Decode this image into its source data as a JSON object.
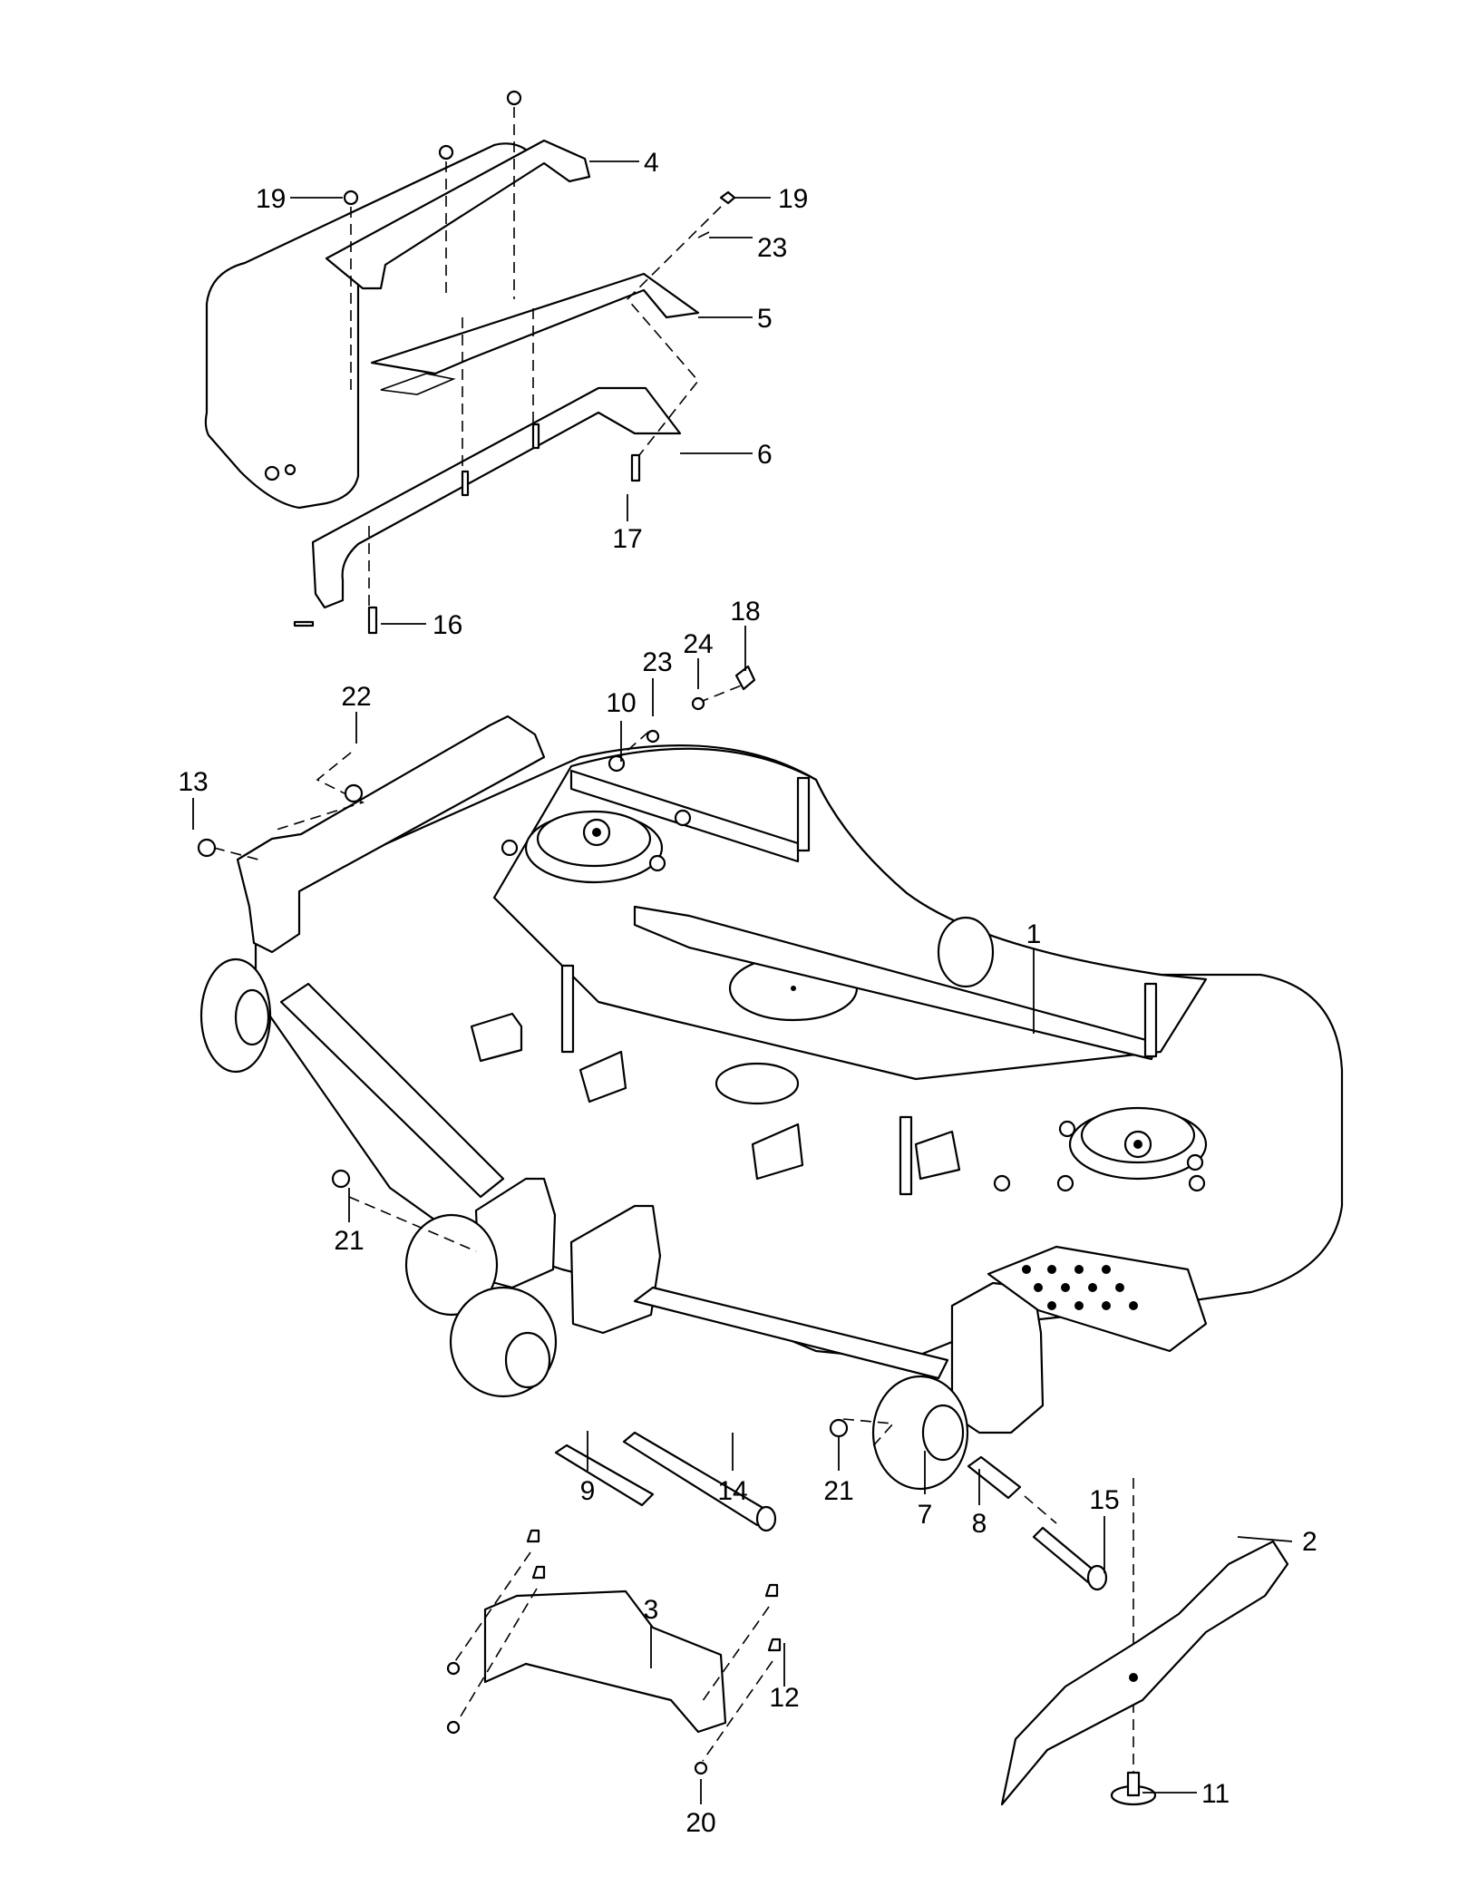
{
  "callouts": [
    {
      "id": "c1",
      "text": "1"
    },
    {
      "id": "c2",
      "text": "2"
    },
    {
      "id": "c3",
      "text": "3"
    },
    {
      "id": "c4",
      "text": "4"
    },
    {
      "id": "c5",
      "text": "5"
    },
    {
      "id": "c6",
      "text": "6"
    },
    {
      "id": "c7",
      "text": "7"
    },
    {
      "id": "c8",
      "text": "8"
    },
    {
      "id": "c9",
      "text": "9"
    },
    {
      "id": "c10",
      "text": "10"
    },
    {
      "id": "c11",
      "text": "11"
    },
    {
      "id": "c12",
      "text": "12"
    },
    {
      "id": "c13",
      "text": "13"
    },
    {
      "id": "c14",
      "text": "14"
    },
    {
      "id": "c15",
      "text": "15"
    },
    {
      "id": "c16",
      "text": "16"
    },
    {
      "id": "c17",
      "text": "17"
    },
    {
      "id": "c18",
      "text": "18"
    },
    {
      "id": "c19a",
      "text": "19"
    },
    {
      "id": "c19b",
      "text": "19"
    },
    {
      "id": "c20",
      "text": "20"
    },
    {
      "id": "c21a",
      "text": "21"
    },
    {
      "id": "c21b",
      "text": "21"
    },
    {
      "id": "c22",
      "text": "22"
    },
    {
      "id": "c23a",
      "text": "23"
    },
    {
      "id": "c23b",
      "text": "23"
    },
    {
      "id": "c24",
      "text": "24"
    }
  ]
}
